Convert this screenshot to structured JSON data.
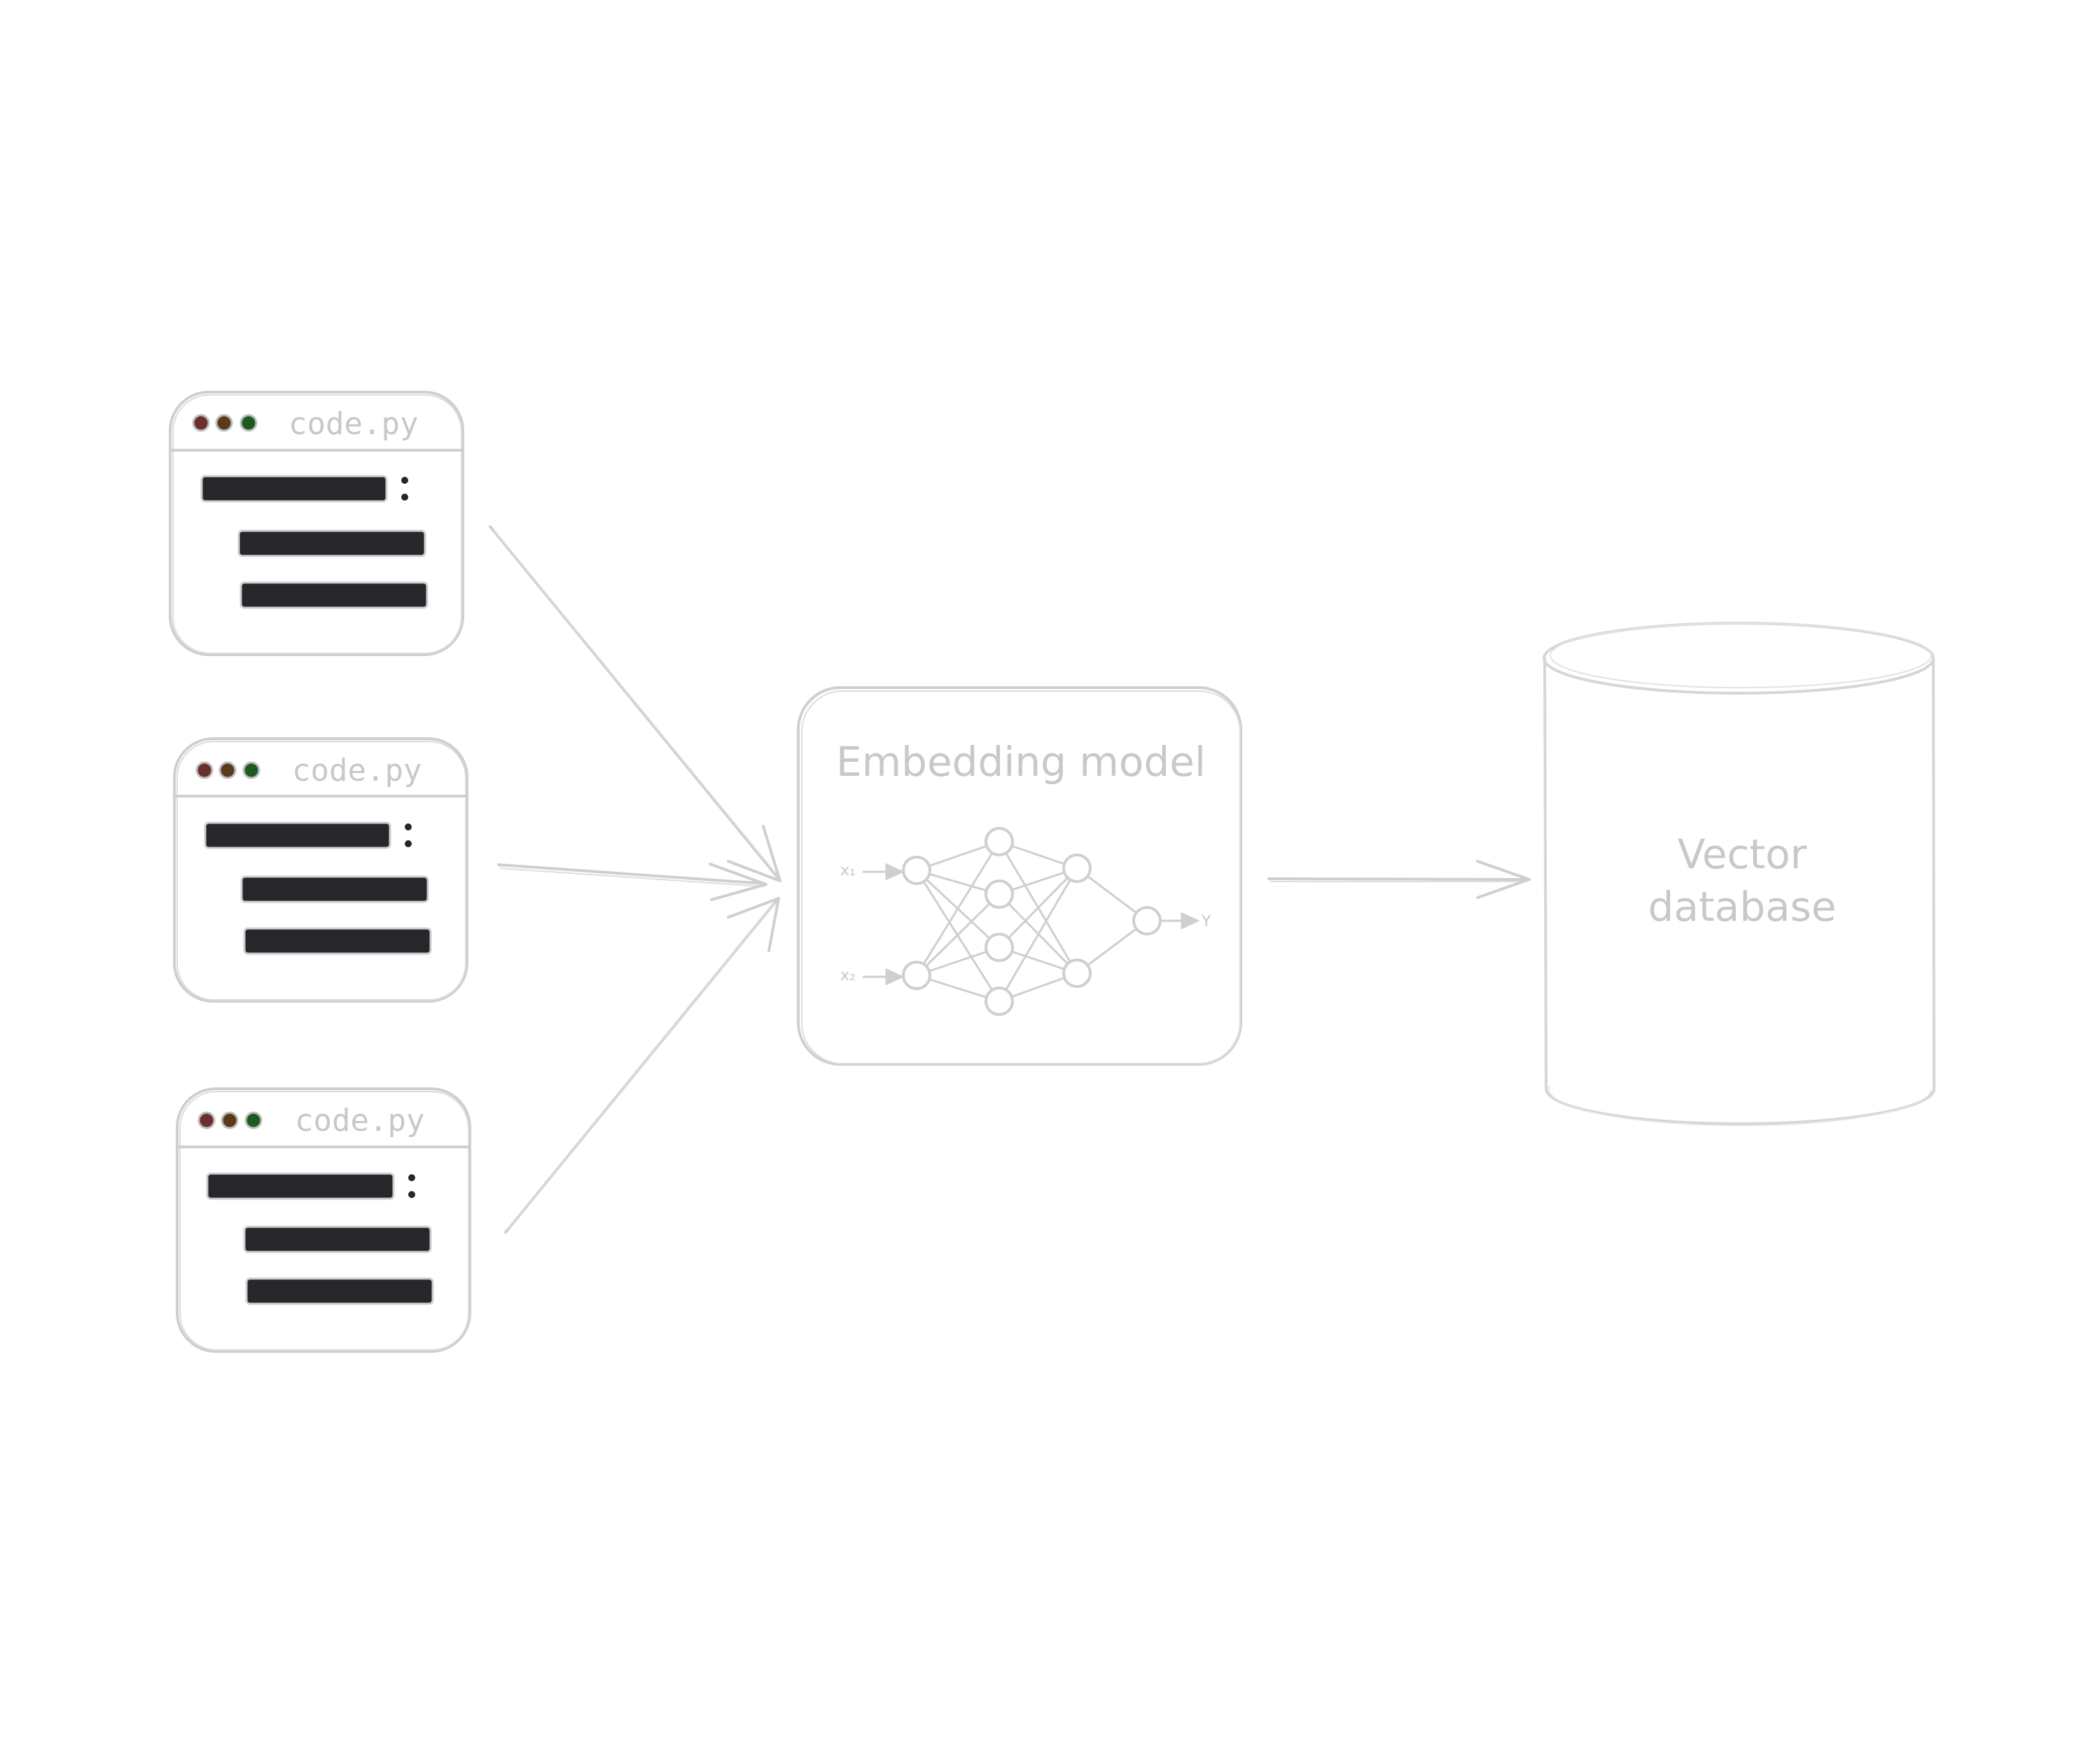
{
  "code_files": [
    {
      "filename": "code.py"
    },
    {
      "filename": "code.py"
    },
    {
      "filename": "code.py"
    }
  ],
  "model": {
    "title": "Embedding model",
    "input_1": "x₁",
    "input_2": "x₂",
    "output": "Y"
  },
  "database": {
    "line_1": "Vector",
    "line_2": "database"
  },
  "colors": {
    "stroke": "#cfcfcf",
    "text": "#c8c8c8",
    "code_bar": "#26262b",
    "dot_red": "#6a2f2f",
    "dot_brown": "#5a3a1c",
    "dot_green": "#1d5a22"
  }
}
